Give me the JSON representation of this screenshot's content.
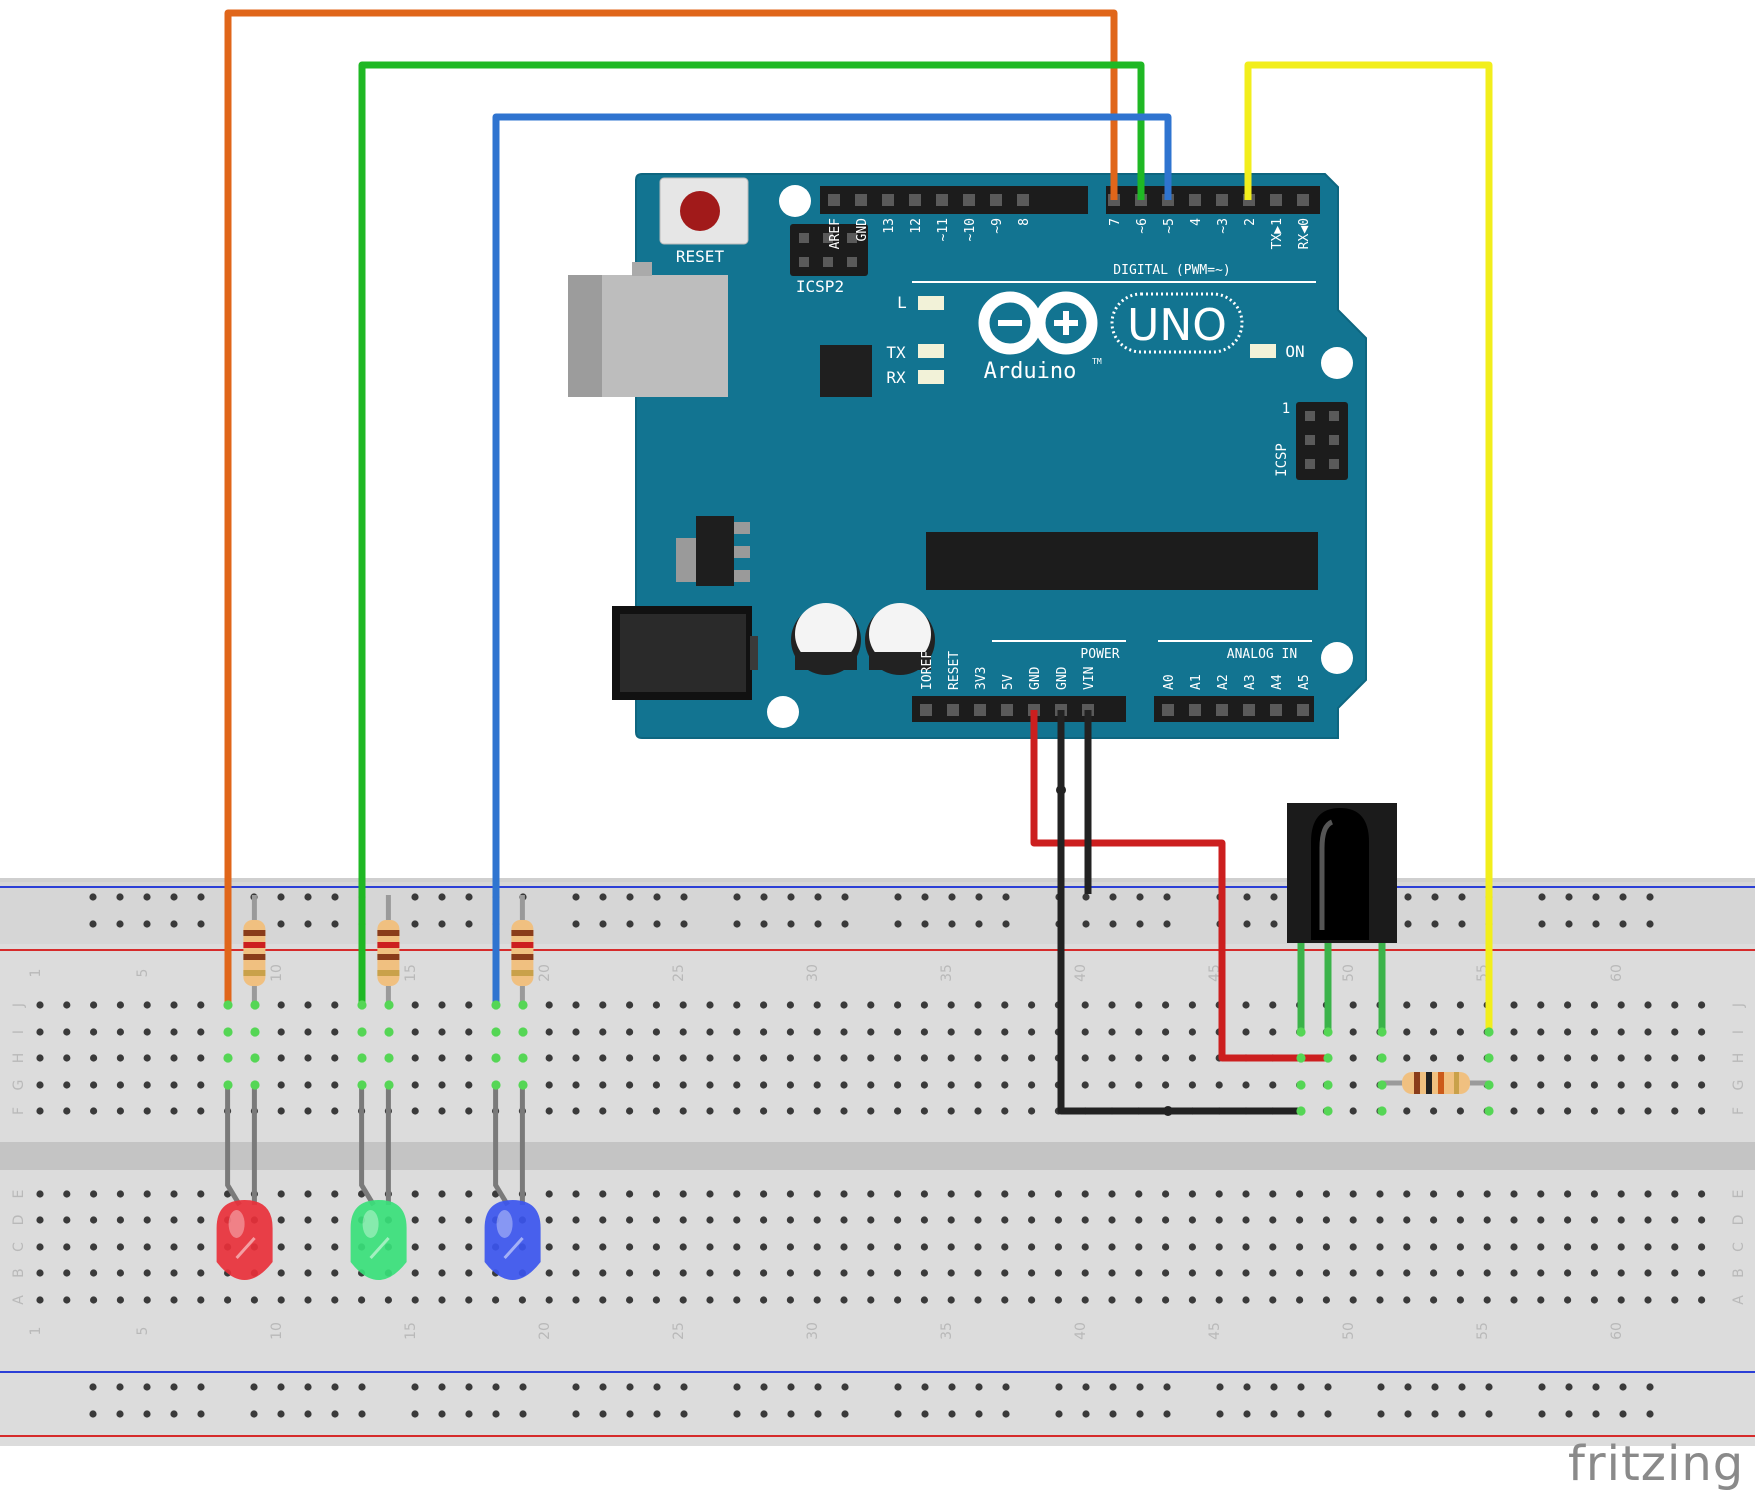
{
  "board": {
    "name": "Arduino",
    "model": "UNO",
    "tm": "TM",
    "reset_label": "RESET",
    "icsp2_label": "ICSP2",
    "icsp_label": "ICSP",
    "icsp_pin1": "1",
    "digital_label": "DIGITAL (PWM=~)",
    "power_label": "POWER",
    "analog_label": "ANALOG IN",
    "led_l": "L",
    "led_tx": "TX",
    "led_rx": "RX",
    "led_on": "ON",
    "digital_pins_left": [
      "AREF",
      "GND",
      "13",
      "12",
      "~11",
      "~10",
      "~9",
      "8"
    ],
    "digital_pins_right": [
      "7",
      "~6",
      "~5",
      "4",
      "~3",
      "2",
      "TX▶1",
      "RX◀0"
    ],
    "power_pins": [
      "IOREF",
      "RESET",
      "3V3",
      "5V",
      "GND",
      "GND",
      "VIN"
    ],
    "analog_pins": [
      "A0",
      "A1",
      "A2",
      "A3",
      "A4",
      "A5"
    ]
  },
  "breadboard": {
    "col_numbers": [
      "1",
      "5",
      "10",
      "15",
      "20",
      "25",
      "30",
      "35",
      "40",
      "45",
      "50",
      "55",
      "60"
    ],
    "row_letters_top": [
      "J",
      "I",
      "H",
      "G",
      "F"
    ],
    "row_letters_bottom": [
      "E",
      "D",
      "C",
      "B",
      "A"
    ]
  },
  "wire_colors": {
    "orange": "#e0661a",
    "green": "#1fb824",
    "blue": "#2f74d0",
    "yellow": "#f2ee1c",
    "red": "#cc1f1f",
    "black": "#222222"
  },
  "leds": [
    {
      "color": "red",
      "hex": "#e8303a"
    },
    {
      "color": "green",
      "hex": "#38e07a"
    },
    {
      "color": "blue",
      "hex": "#3b55ee"
    }
  ],
  "brand": "fritzing"
}
